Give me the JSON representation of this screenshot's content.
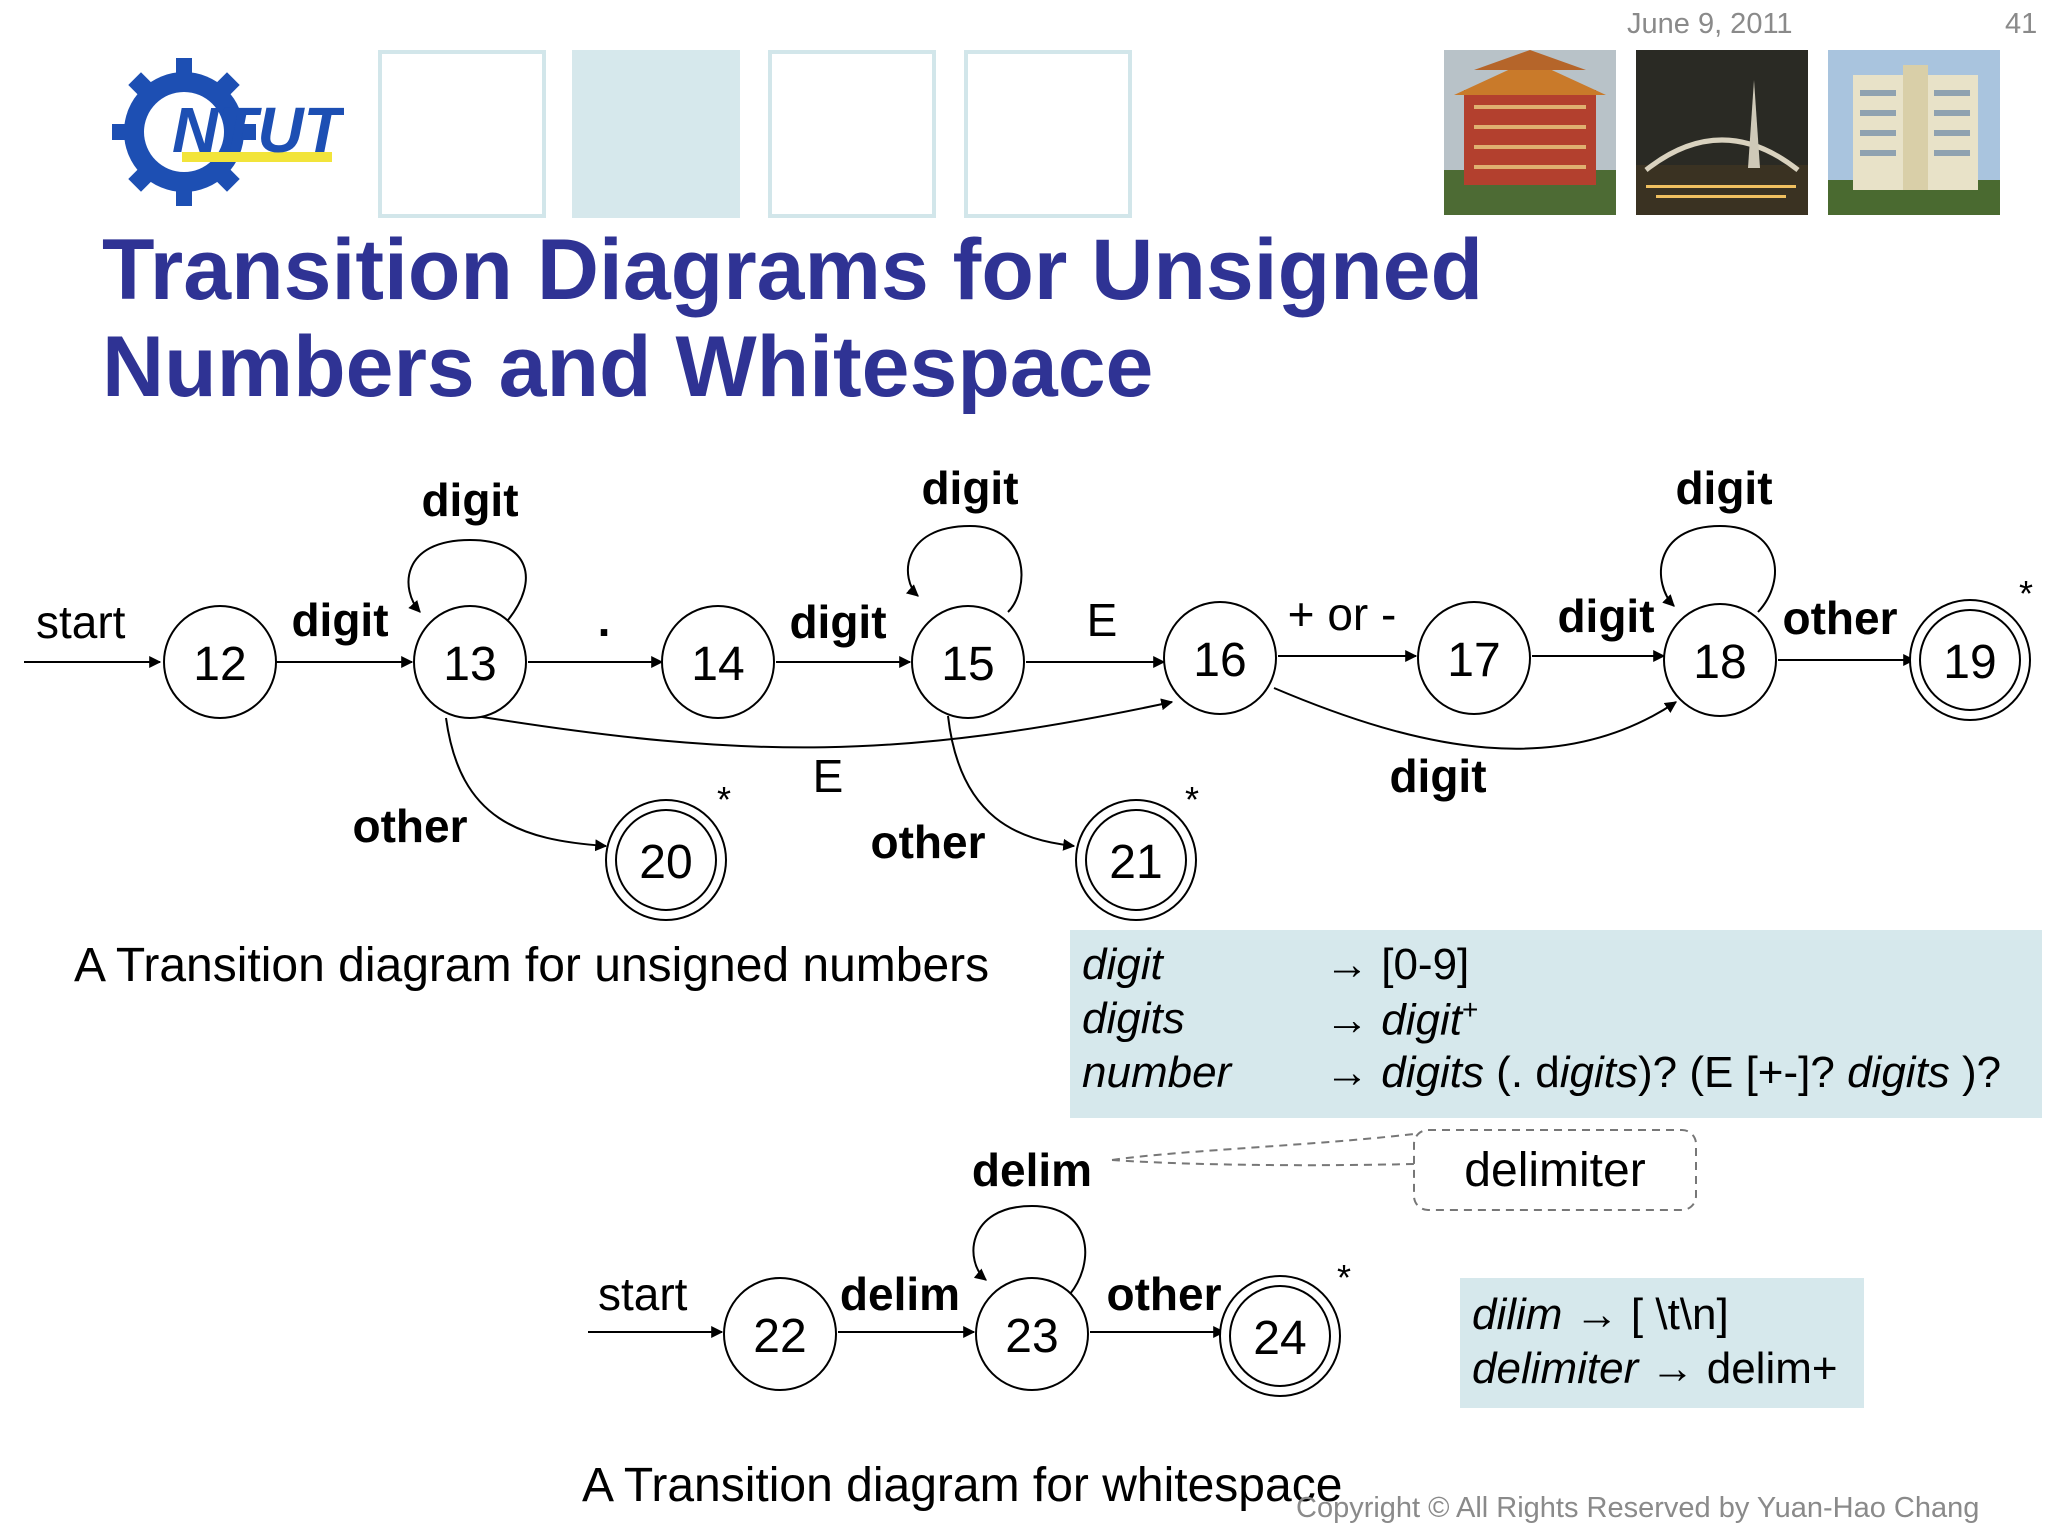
{
  "header": {
    "date": "June 9, 2011",
    "page_number": "41",
    "logo_text": "NTUT",
    "title_line1": "Transition Diagrams for Unsigned",
    "title_line2": "Numbers and Whitespace"
  },
  "numbers_diagram": {
    "caption": "A Transition diagram for unsigned numbers",
    "start_label": "start",
    "states": [
      "12",
      "13",
      "14",
      "15",
      "16",
      "17",
      "18",
      "19",
      "20",
      "21"
    ],
    "accepting_states": [
      "19",
      "20",
      "21"
    ],
    "retract_mark": "*",
    "edges": {
      "e12_13": "digit",
      "loop13": "digit",
      "e13_14": ".",
      "e14_15": "digit",
      "loop15": "digit",
      "e15_16": "E",
      "e16_17": "+ or -",
      "e17_18": "digit",
      "loop18": "digit",
      "e18_19": "other",
      "e13_16": "E",
      "e16_18": "digit",
      "e13_20": "other",
      "e15_21": "other"
    }
  },
  "number_defs": {
    "digit_lhs": "digit",
    "digit_rhs": "[0-9]",
    "digits_lhs": "digits",
    "digits_rhs": "digit",
    "digits_sup": "+",
    "number_lhs": "number",
    "number_rhs_1": "digits",
    "number_rhs_2": " (. d",
    "number_rhs_3": "igits",
    "number_rhs_4": ")? (E [+-]? ",
    "number_rhs_5": "digits",
    "number_rhs_6": " )?",
    "arrow": "→"
  },
  "whitespace_diagram": {
    "caption": "A Transition diagram for whitespace",
    "start_label": "start",
    "states": [
      "22",
      "23",
      "24"
    ],
    "accepting_states": [
      "24"
    ],
    "retract_mark": "*",
    "edges": {
      "e22_23": "delim",
      "loop23": "delim",
      "e23_24": "other"
    },
    "callout": "delimiter"
  },
  "whitespace_defs": {
    "line1_lhs": "dilim",
    "line1_rhs": " [ \\t\\n]",
    "line2_lhs": "delimiter",
    "line2_rhs": " delim+",
    "arrow": "→"
  },
  "footer": {
    "copyright": "Copyright © All Rights Reserved by Yuan-Hao Chang"
  },
  "colors": {
    "title": "#2f3394",
    "box_fill": "#d6e8ec",
    "gray_text": "#8a8a8a",
    "logo_blue": "#1d4fb3"
  }
}
